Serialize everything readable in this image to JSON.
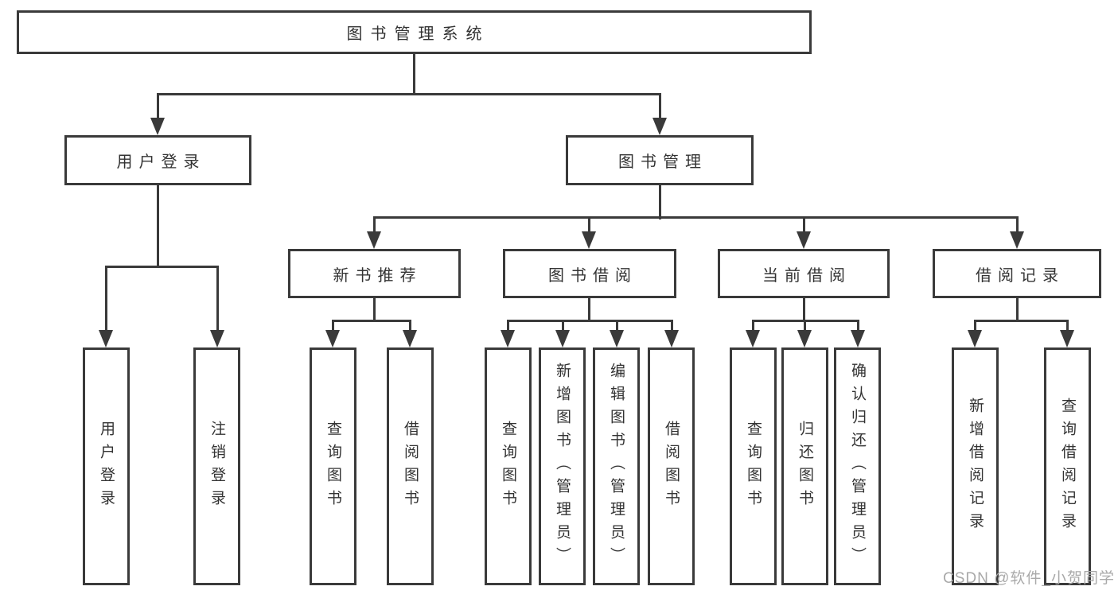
{
  "colors": {
    "line": "#3a3a3a",
    "text": "#333333",
    "watermark": "#a9a9a9",
    "background": "#ffffff"
  },
  "watermark": "CSDN @软件_小贺同学",
  "tree": {
    "label": "图书管理系统",
    "children": [
      {
        "label": "用户登录",
        "children": [
          {
            "label": "用户登录"
          },
          {
            "label": "注销登录"
          }
        ]
      },
      {
        "label": "图书管理",
        "children": [
          {
            "label": "新书推荐",
            "children": [
              {
                "label": "查询图书"
              },
              {
                "label": "借阅图书"
              }
            ]
          },
          {
            "label": "图书借阅",
            "children": [
              {
                "label": "查询图书"
              },
              {
                "label": "新增图书（管理员）"
              },
              {
                "label": "编辑图书（管理员）"
              },
              {
                "label": "借阅图书"
              }
            ]
          },
          {
            "label": "当前借阅",
            "children": [
              {
                "label": "查询图书"
              },
              {
                "label": "归还图书"
              },
              {
                "label": "确认归还（管理员）"
              }
            ]
          },
          {
            "label": "借阅记录",
            "children": [
              {
                "label": "新增借阅记录"
              },
              {
                "label": "查询借阅记录"
              }
            ]
          }
        ]
      }
    ]
  }
}
